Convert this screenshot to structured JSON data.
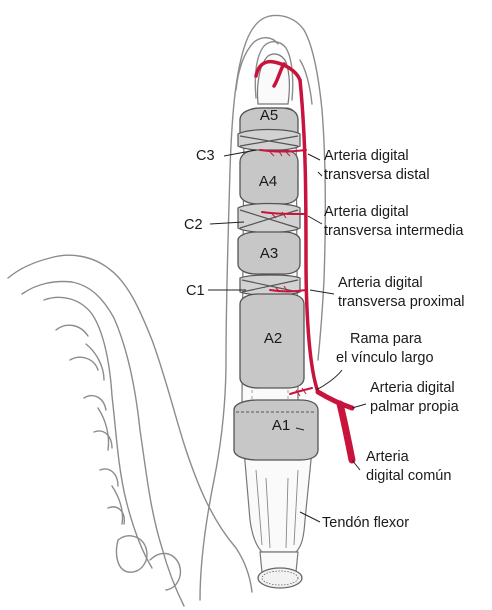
{
  "pulleys": {
    "a5": "A5",
    "a4": "A4",
    "a3": "A3",
    "a2": "A2",
    "a1": "A1"
  },
  "cruciates": {
    "c3": "C3",
    "c2": "C2",
    "c1": "C1"
  },
  "labels": {
    "transverse_distal": [
      "Arteria digital",
      "transversa distal"
    ],
    "transverse_intermediate": [
      "Arteria digital",
      "transversa intermedia"
    ],
    "transverse_proximal": [
      "Arteria digital",
      "transversa proximal"
    ],
    "vinculum_branch": [
      "Rama para",
      "el vínculo largo"
    ],
    "proper_palmar": [
      "Arteria digital",
      "palmar propia"
    ],
    "common_digital": [
      "Arteria",
      "digital común"
    ],
    "flexor_tendon": "Tendón flexor"
  },
  "colors": {
    "artery": "#c8143c",
    "pulley_fill": "#c7c7c7",
    "outline": "#8c8c8c"
  }
}
